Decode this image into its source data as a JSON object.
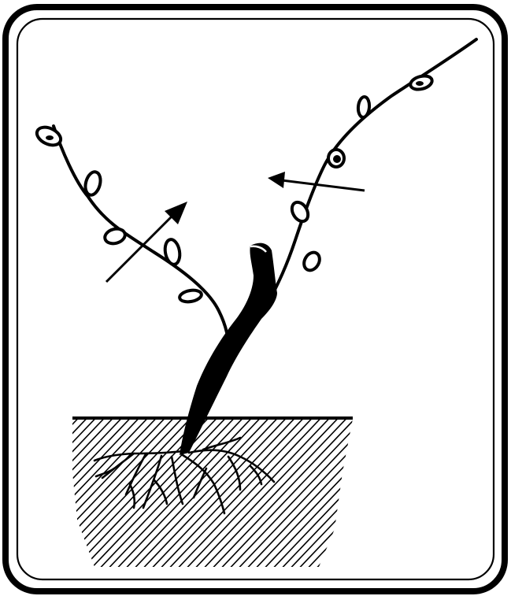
{
  "figure": {
    "subject": "grapevine-pruning-illustration",
    "colors": {
      "ink": "#000000",
      "paper": "#ffffff"
    },
    "elements": {
      "frame": "double-rounded-border",
      "trunk": "cut-trunk",
      "shoots": [
        "left-cane",
        "right-cane"
      ],
      "cut_marks": [
        "left-cut-arrow",
        "right-cut-arrow"
      ],
      "ground": "hatched-soil",
      "roots": "root-system"
    }
  }
}
